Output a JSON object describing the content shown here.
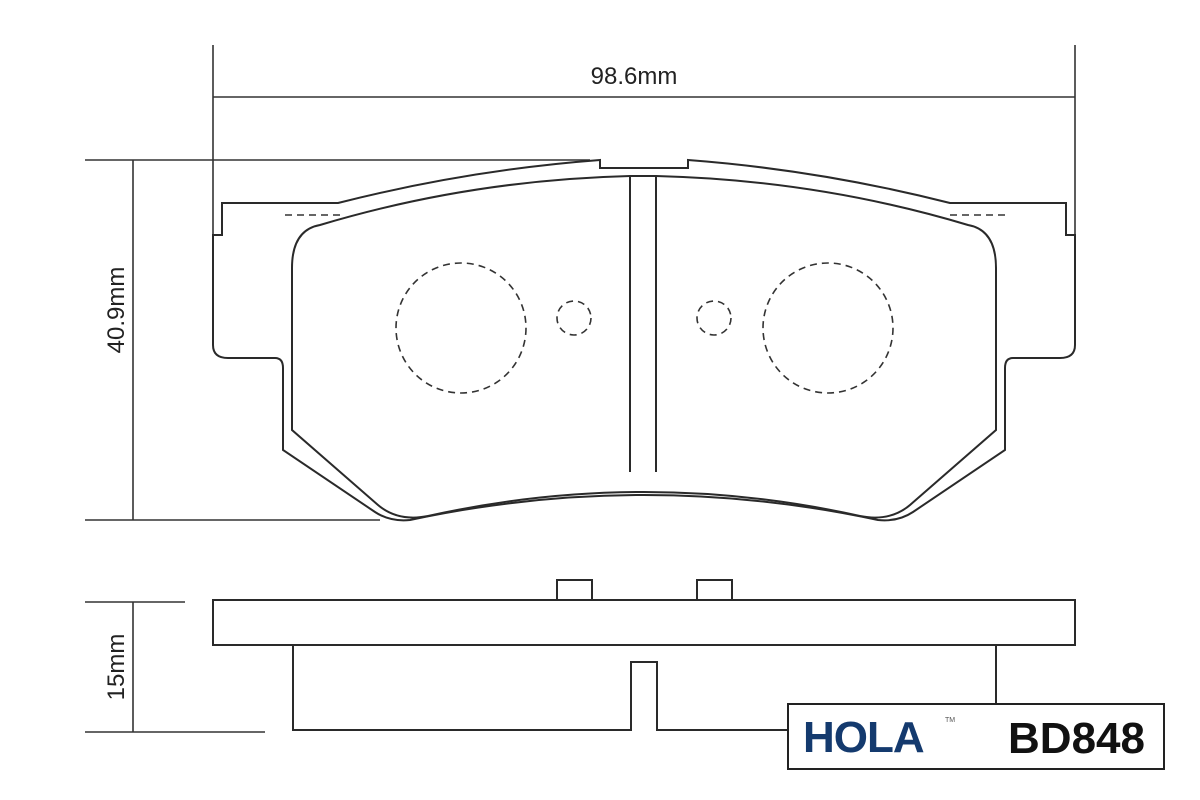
{
  "dimensions": {
    "width": "98.6mm",
    "height": "40.9mm",
    "thickness": "15mm"
  },
  "label": {
    "brand": "HOLA",
    "trademark": "TM",
    "part_number": "BD848"
  },
  "colors": {
    "brand": "#143a6e",
    "line": "#2a2a2a"
  }
}
